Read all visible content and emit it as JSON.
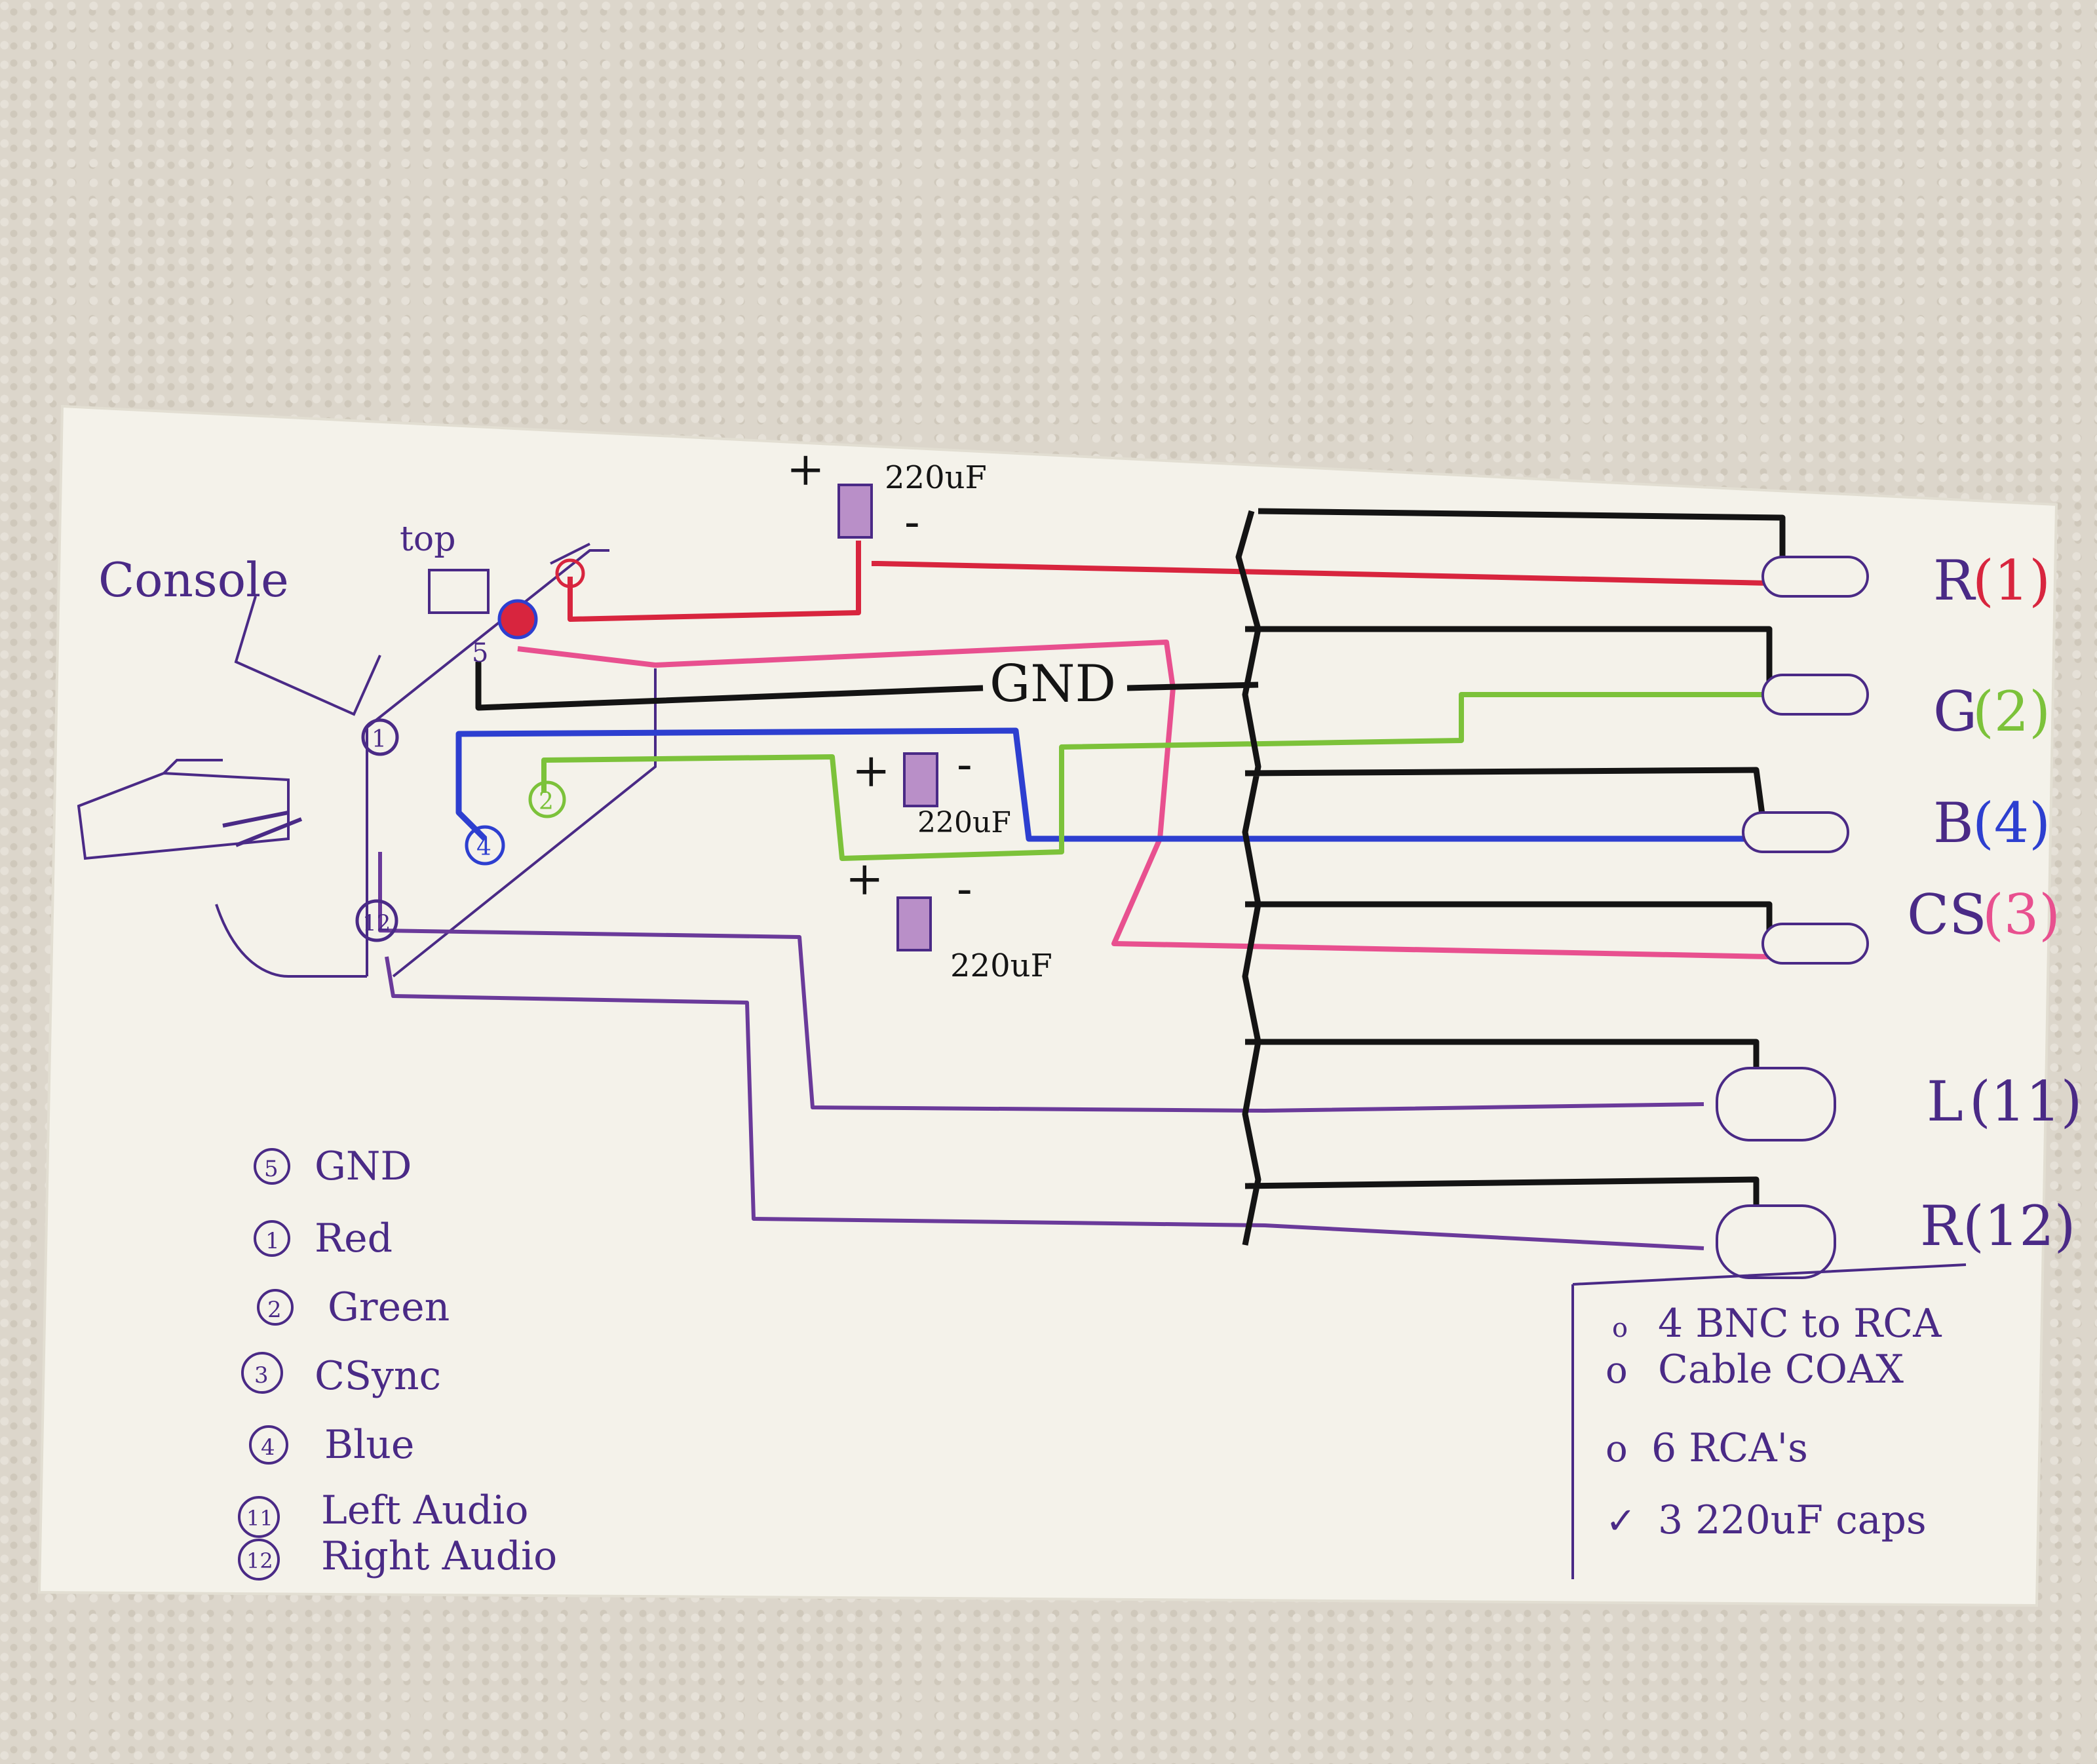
{
  "diagram": {
    "console_label": "Console",
    "top_label": "top",
    "gnd_label": "GND",
    "pins_on_connector": [
      "5",
      "1",
      "2",
      "4",
      "12"
    ],
    "capacitors": [
      {
        "value": "220uF",
        "plus": "+",
        "minus": "-"
      },
      {
        "value": "220uF",
        "plus": "+",
        "minus": "-"
      },
      {
        "value": "220uF",
        "plus": "+",
        "minus": "-"
      }
    ],
    "outputs": [
      {
        "name": "R",
        "pin": "(1)",
        "color": "#d8253e"
      },
      {
        "name": "G",
        "pin": "(2)",
        "color": "#7cc23a"
      },
      {
        "name": "B",
        "pin": "(4)",
        "color": "#2d3fd0"
      },
      {
        "name": "CS",
        "pin": "(3)",
        "color": "#e8508f"
      },
      {
        "name": "L",
        "pin": "(11)",
        "color": "#6a3a9a"
      },
      {
        "name": "R",
        "pin": "(12)",
        "color": "#6a3a9a"
      }
    ]
  },
  "legend": [
    {
      "num": "5",
      "label": "GND"
    },
    {
      "num": "1",
      "label": "Red"
    },
    {
      "num": "2",
      "label": "Green"
    },
    {
      "num": "3",
      "label": "CSync"
    },
    {
      "num": "4",
      "label": "Blue"
    },
    {
      "num": "11",
      "label": "Left Audio"
    },
    {
      "num": "12",
      "label": "Right Audio"
    }
  ],
  "parts_list": [
    {
      "mark": "o",
      "text": "4 BNC to RCA"
    },
    {
      "mark": "o",
      "text": "Cable COAX"
    },
    {
      "mark": "o",
      "text": "6 RCA's"
    },
    {
      "mark": "✓",
      "text": "3 220uF caps"
    }
  ],
  "colors": {
    "ink": "#4a2a86",
    "black": "#141414",
    "red": "#d8253e",
    "pink": "#e8508f",
    "green": "#7cc23a",
    "blue": "#2d3fd0",
    "purple": "#6a3a9a",
    "paper": "#f4f2ea"
  }
}
